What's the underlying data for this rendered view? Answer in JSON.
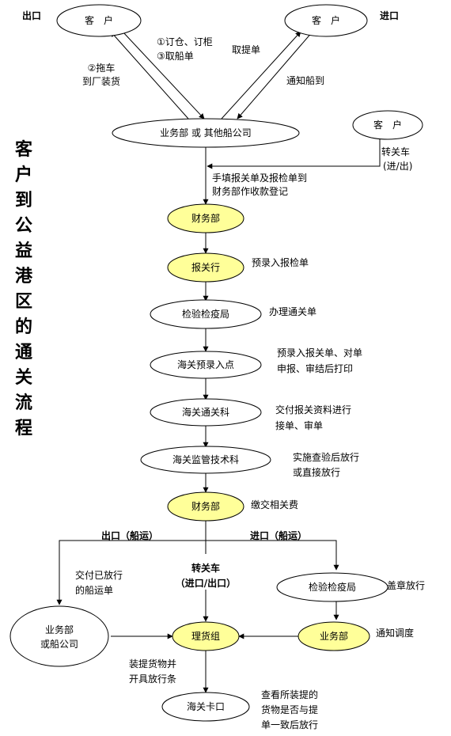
{
  "corner_labels": {
    "export": "出口",
    "import": "进口"
  },
  "side_title": [
    "客",
    "户",
    "到",
    "公",
    "益",
    "港",
    "区",
    "的",
    "通",
    "关",
    "流",
    "程"
  ],
  "nodes": {
    "client_left": "客　户",
    "client_right": "客　户",
    "client_mid": "客　户",
    "business_dept": "业务部  或  其他船公司",
    "finance_1": "财务部",
    "customs_broker": "报关行",
    "inspection_1": "检验检疫局",
    "customs_preentry": "海关预录入点",
    "customs_clearance": "海关通关科",
    "customs_supervision": "海关监管技术科",
    "finance_2": "财务部",
    "inspection_2": "检验检疫局",
    "business_or_shipping": [
      "业务部",
      "或船公司"
    ],
    "tally_team": "理货组",
    "business_dept_2": "业务部",
    "customs_gate": "海关卡口"
  },
  "edge_labels": {
    "book_cabin": "①订仓、订柜",
    "get_shipping_order": "③取船单",
    "tow_truck": [
      "②拖车",
      "到厂装货"
    ],
    "get_bill": "取提单",
    "notify_arrival": "通知船到",
    "transit_car": [
      "转关车",
      "(进/出)"
    ],
    "fill_declaration": [
      "手填报关单及报检单到",
      "财务部作收款登记"
    ],
    "pre_entry_inspection": "预录入报检单",
    "handle_clearance": "办理通关单",
    "pre_entry_declaration": [
      "预录入报关单、对单",
      "申报、审结后打印"
    ],
    "deliver_docs": [
      "交付报关资料进行",
      "接单、审单"
    ],
    "inspect_release": [
      "实施查验后放行",
      "或直接放行"
    ],
    "pay_fees": "缴交相关费",
    "export_ship": "出口（船运）",
    "import_ship": "进口（船运）",
    "transit_car_center": [
      "转关车",
      "（进口/出口）"
    ],
    "delivered_bill": [
      "交付已放行",
      "的船运单"
    ],
    "stamp_release": "盖章放行",
    "notify_dispatch": "通知调度",
    "load_goods": [
      "装提货物并",
      "开具放行条"
    ],
    "check_goods": [
      "查看所装提的",
      "货物是否与提",
      "单一致后放行"
    ]
  }
}
